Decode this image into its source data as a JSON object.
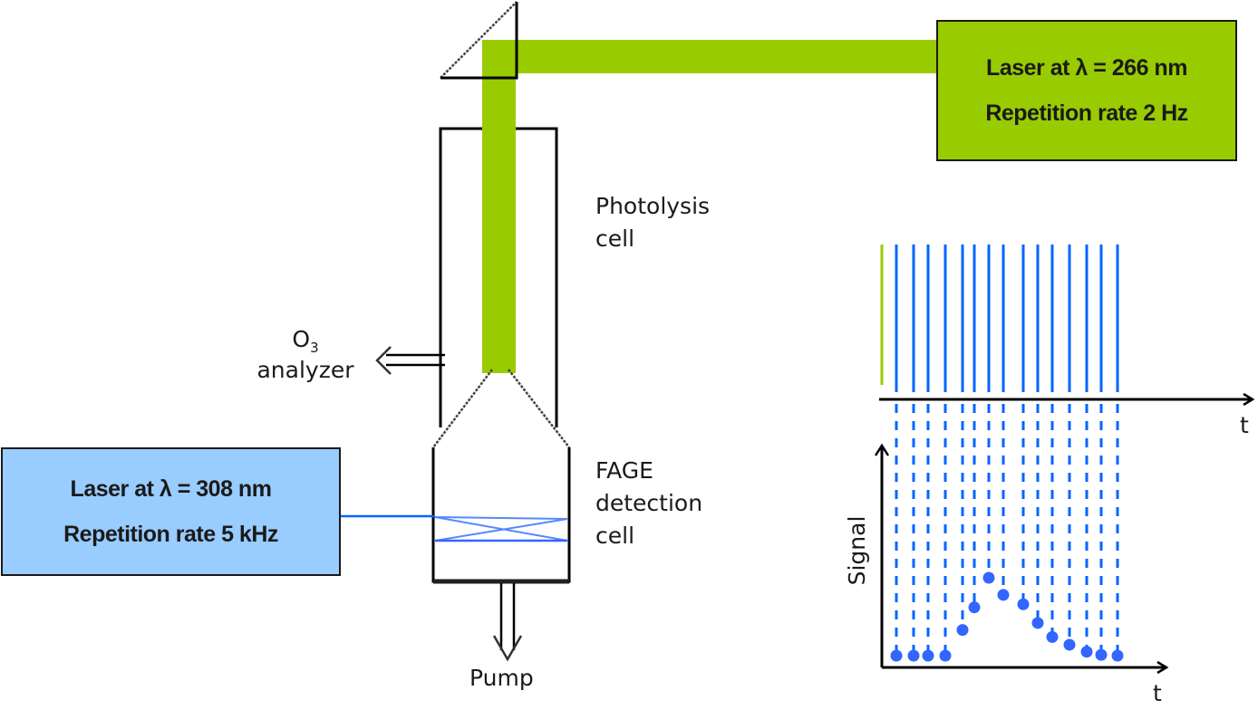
{
  "colors": {
    "uv_beam": "#99cc00",
    "probe_beam": "#0066ff",
    "probe_box": "#99ccff",
    "signal_dot": "#3366ff",
    "outline": "#1a1a1a"
  },
  "laser_266": {
    "line1": "Laser at λ = 266 nm",
    "line2": "Repetition rate 2 Hz"
  },
  "laser_308": {
    "line1": "Laser at λ = 308 nm",
    "line2": "Repetition rate 5 kHz"
  },
  "labels": {
    "photolysis_cell": [
      "Photolysis",
      "cell"
    ],
    "o3_analyzer": {
      "species": "O",
      "subscript": "3",
      "word": "analyzer"
    },
    "fage_cell": [
      "FAGE",
      "detection",
      "cell"
    ],
    "pump": "Pump"
  },
  "timing": {
    "axis_label": "t",
    "photolysis_pulse_count": 1,
    "probe_pulse_count": 15
  },
  "signal_plot": {
    "ylabel": "Signal",
    "xlabel": "t",
    "relative_signal": [
      0,
      0,
      0,
      0,
      0.33,
      0.62,
      1.0,
      0.78,
      0.66,
      0.42,
      0.24,
      0.14,
      0.05,
      0.01,
      0.0
    ]
  }
}
